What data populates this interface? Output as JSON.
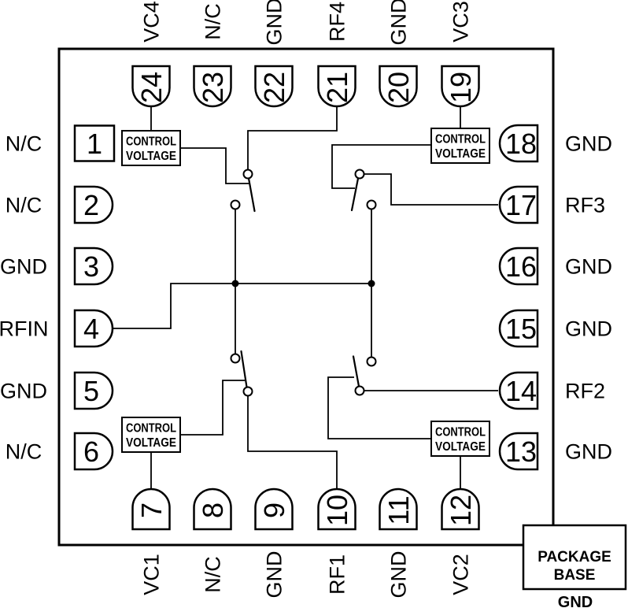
{
  "colors": {
    "line": "#000000",
    "background": "#ffffff"
  },
  "control_voltage": {
    "line1": "CONTROL",
    "line2": "VOLTAGE"
  },
  "package_base": {
    "line1": "PACKAGE",
    "line2": "BASE",
    "ground_label": "GND"
  },
  "pins": {
    "top": [
      {
        "number": "24",
        "label": "VC4"
      },
      {
        "number": "23",
        "label": "N/C"
      },
      {
        "number": "22",
        "label": "GND"
      },
      {
        "number": "21",
        "label": "RF4"
      },
      {
        "number": "20",
        "label": "GND"
      },
      {
        "number": "19",
        "label": "VC3"
      }
    ],
    "left": [
      {
        "number": "1",
        "label": "N/C"
      },
      {
        "number": "2",
        "label": "N/C"
      },
      {
        "number": "3",
        "label": "GND"
      },
      {
        "number": "4",
        "label": "RFIN"
      },
      {
        "number": "5",
        "label": "GND"
      },
      {
        "number": "6",
        "label": "N/C"
      }
    ],
    "right": [
      {
        "number": "18",
        "label": "GND"
      },
      {
        "number": "17",
        "label": "RF3"
      },
      {
        "number": "16",
        "label": "GND"
      },
      {
        "number": "15",
        "label": "GND"
      },
      {
        "number": "14",
        "label": "RF2"
      },
      {
        "number": "13",
        "label": "GND"
      }
    ],
    "bottom": [
      {
        "number": "7",
        "label": "VC1"
      },
      {
        "number": "8",
        "label": "N/C"
      },
      {
        "number": "9",
        "label": "GND"
      },
      {
        "number": "10",
        "label": "RF1"
      },
      {
        "number": "11",
        "label": "GND"
      },
      {
        "number": "12",
        "label": "VC2"
      }
    ]
  }
}
